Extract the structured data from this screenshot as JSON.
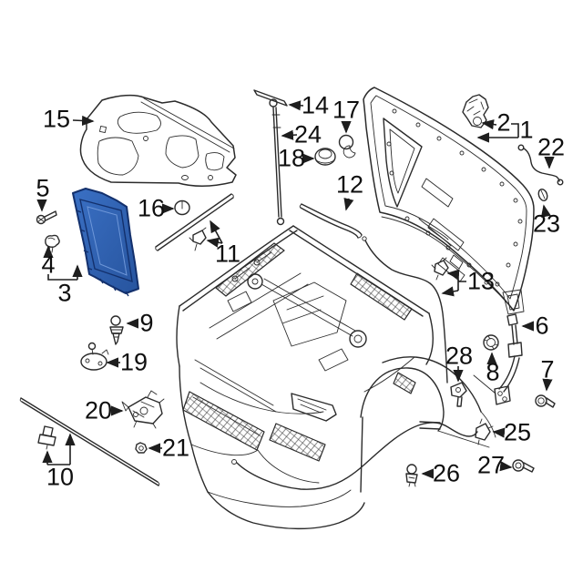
{
  "diagram": {
    "background_color": "#ffffff",
    "line_color": "#2b2b2b",
    "highlight_fill": "#2f63b7",
    "highlight_edge": "#13306c",
    "callouts": {
      "c1": "1",
      "c2": "2",
      "c3": "3",
      "c4": "4",
      "c5": "5",
      "c6": "6",
      "c7": "7",
      "c8": "8",
      "c9": "9",
      "c10": "10",
      "c11": "11",
      "c12": "12",
      "c13": "13",
      "c14": "14",
      "c15": "15",
      "c16": "16",
      "c17": "17",
      "c18": "18",
      "c19": "19",
      "c20": "20",
      "c21": "21",
      "c22": "22",
      "c23": "23",
      "c24": "24",
      "c25": "25",
      "c26": "26",
      "c27": "27",
      "c28": "28"
    }
  }
}
